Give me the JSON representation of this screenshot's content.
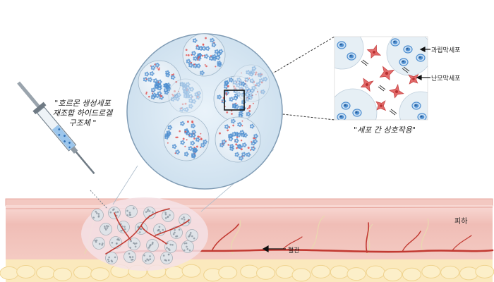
{
  "syringe_caption": {
    "line1": "\"호르몬 생성세포",
    "line2": "재조합 하이드로겔",
    "line3": "구조체 \""
  },
  "cells": {
    "theca_label": "과립막세포",
    "granulosa_label": "난모막세포"
  },
  "interaction_label": "\"세포 간 상호작용\"",
  "tissue": {
    "subcutaneous_label": "피하",
    "vessel_label": "혈관"
  },
  "colors": {
    "skin_top": "#f6d3cf",
    "skin_mid": "#eeb3ac",
    "fat": "#fbe7b5",
    "vessel": "#c0392b",
    "blue_cell": "#4f8fd0",
    "red_cell": "#e05a5a",
    "zoom_bg": "#dbe9f4"
  }
}
